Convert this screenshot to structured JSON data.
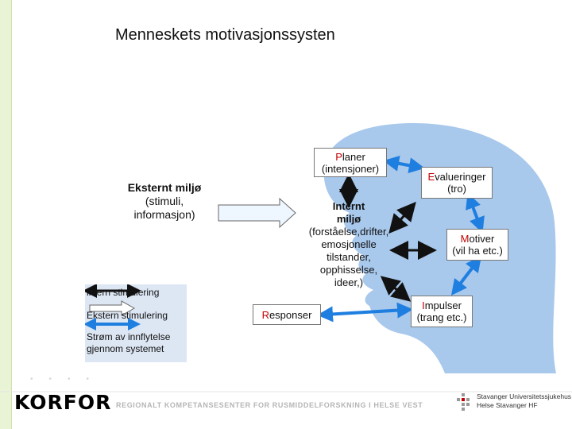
{
  "title": "Menneskets motivasjonssysten",
  "external": {
    "heading": "Eksternt miljø",
    "line2": "(stimuli,",
    "line3": "informasjon)"
  },
  "nodes": {
    "planer": {
      "key": "P",
      "rest": "laner",
      "line2": "(intensjoner)"
    },
    "internt": {
      "line1": "Internt",
      "line2": "miljø",
      "line3": "(forståelse,drifter,",
      "line4": "emosjonelle",
      "line5": "tilstander,",
      "line6": "opphisselse,",
      "line7": "ideer,)"
    },
    "evalueringer": {
      "key": "E",
      "rest": "valueringer",
      "line2": "(tro)"
    },
    "motiver": {
      "key": "M",
      "rest": "otiver",
      "line2": "(vil ha etc.)"
    },
    "impulser": {
      "key": "I",
      "rest": "mpulser",
      "line2": "(trang etc.)"
    },
    "responser": {
      "key": "R",
      "rest": "esponser"
    }
  },
  "legend": {
    "item1": "intern stimulering",
    "item2": "Ekstern stimulering",
    "item3_line1": "Strøm av innflytelse",
    "item3_line2": "gjennom systemet"
  },
  "footer": {
    "logo": "KORFOR",
    "org": "REGIONALT KOMPETANSESENTER FOR RUSMIDDELFORSKNING I HELSE VEST",
    "hospital_line1": "Stavanger Universitetssjukehus",
    "hospital_line2": "Helse Stavanger HF"
  },
  "colors": {
    "head_fill": "#a8c8ec",
    "key_letter": "#c00000",
    "flow_arrow": "#1f7fe0",
    "legend_bg": "#dde6f3"
  }
}
